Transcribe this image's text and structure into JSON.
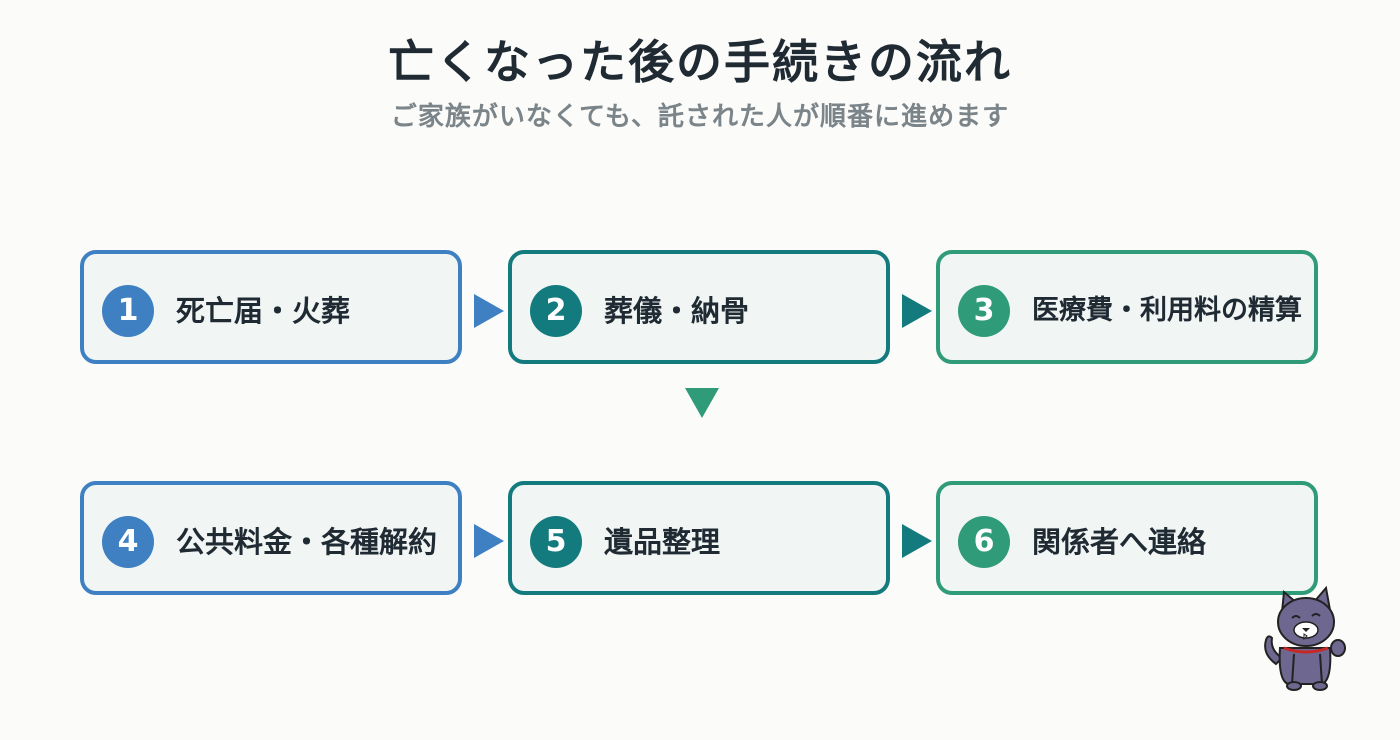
{
  "title": "亡くなった後の手続きの流れ",
  "subtitle": "ご家族がいなくても、託された人が順番に進めます",
  "steps": [
    {
      "number": "1",
      "label": "死亡届・火葬",
      "color": "#3e80c2"
    },
    {
      "number": "2",
      "label": "葬儀・納骨",
      "color": "#137b7e"
    },
    {
      "number": "3",
      "label": "医療費・利用料の精算",
      "color": "#2f9b78"
    },
    {
      "number": "4",
      "label": "公共料金・各種解約",
      "color": "#3e80c2"
    },
    {
      "number": "5",
      "label": "遺品整理",
      "color": "#137b7e"
    },
    {
      "number": "6",
      "label": "関係者へ連絡",
      "color": "#2f9b78"
    }
  ],
  "mascot": {
    "icon": "cat-mascot-icon"
  }
}
